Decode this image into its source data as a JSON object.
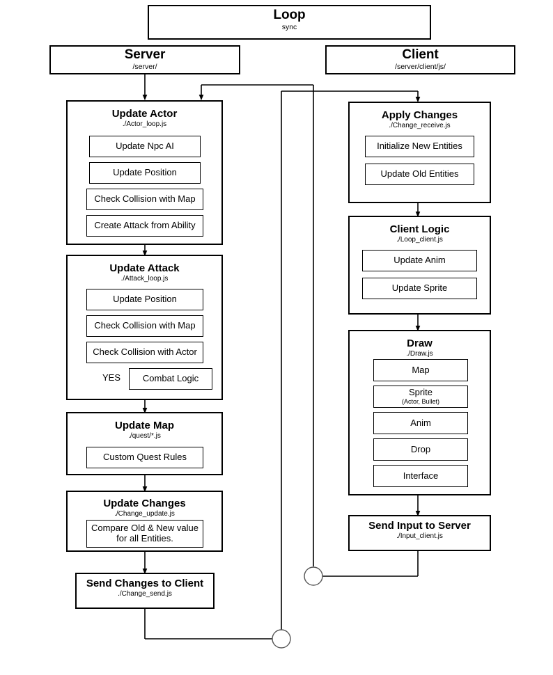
{
  "diagram": {
    "root": {
      "title": "Loop",
      "subtitle": "sync"
    },
    "columns": [
      {
        "name": "server",
        "title": "Server",
        "subtitle": "/server/"
      },
      {
        "name": "client",
        "title": "Client",
        "subtitle": "/server/client/js/"
      }
    ],
    "server_groups": [
      {
        "id": "update-actor",
        "title": "Update Actor",
        "subtitle": "./Actor_loop.js",
        "steps": [
          {
            "label": "Update Npc AI"
          },
          {
            "label": "Update Position"
          },
          {
            "label": "Check Collision with Map"
          },
          {
            "label": "Create Attack from Ability"
          }
        ]
      },
      {
        "id": "update-attack",
        "title": "Update Attack",
        "subtitle": "./Attack_loop.js",
        "steps": [
          {
            "label": "Update Position"
          },
          {
            "label": "Check Collision with Map"
          },
          {
            "label": "Check Collision with Actor"
          },
          {
            "label": "Combat Logic",
            "prefix": "YES"
          }
        ]
      },
      {
        "id": "update-map",
        "title": "Update Map",
        "subtitle": "./quest/*.js",
        "steps": [
          {
            "label": "Custom Quest Rules"
          }
        ]
      },
      {
        "id": "update-changes",
        "title": "Update Changes",
        "subtitle": "./Change_update.js",
        "steps": [
          {
            "label": "Compare Old & New value",
            "label2": "for all Entities."
          }
        ]
      },
      {
        "id": "send-changes-to-client",
        "title": "Send Changes to Client",
        "subtitle": "./Change_send.js",
        "steps": []
      }
    ],
    "client_groups": [
      {
        "id": "apply-changes",
        "title": "Apply Changes",
        "subtitle": "./Change_receive.js",
        "steps": [
          {
            "label": "Initialize New Entities"
          },
          {
            "label": "Update Old Entities"
          }
        ]
      },
      {
        "id": "client-logic",
        "title": "Client Logic",
        "subtitle": "./Loop_client.js",
        "steps": [
          {
            "label": "Update Anim"
          },
          {
            "label": "Update Sprite"
          }
        ]
      },
      {
        "id": "draw",
        "title": "Draw",
        "subtitle": "./Draw.js",
        "steps": [
          {
            "label": "Map"
          },
          {
            "label": "Sprite",
            "sublabel": "(Actor, Bullet)"
          },
          {
            "label": "Anim"
          },
          {
            "label": "Drop"
          },
          {
            "label": "Interface"
          }
        ]
      },
      {
        "id": "send-input-to-server",
        "title": "Send Input to Server",
        "subtitle": "./Input_client.js",
        "steps": []
      }
    ],
    "connectors": [
      {
        "id": "client-return-junction",
        "shape": "circle"
      },
      {
        "id": "server-return-junction",
        "shape": "circle"
      }
    ],
    "colors": {
      "stroke": "#000000",
      "background": "#ffffff",
      "text": "#000000"
    }
  }
}
